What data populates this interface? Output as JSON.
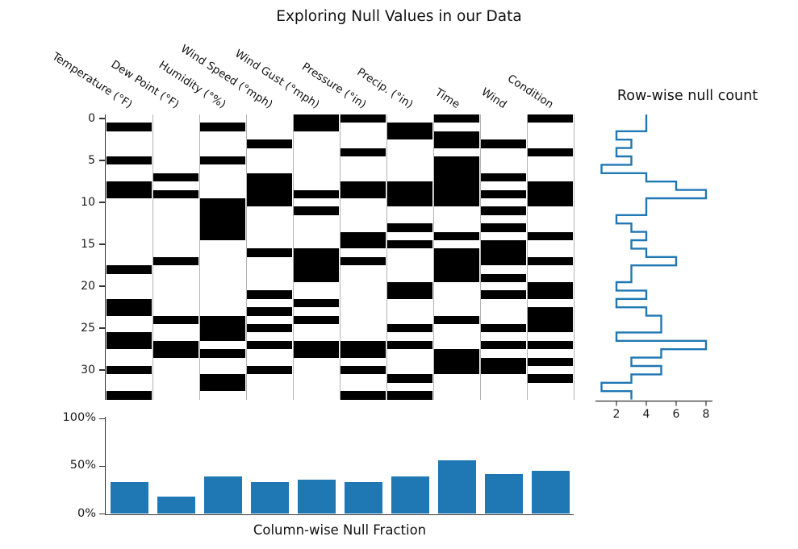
{
  "title": "Exploring Null Values in our Data",
  "colors": {
    "accent": "#1f77b4",
    "cell": "#000000",
    "spine": "#333333",
    "divider": "#b3b3b3",
    "text": "#1a1a1a"
  },
  "chart_data": [
    {
      "type": "heatmap",
      "name": "null-matrix",
      "description": "Black cell = null value present at that row/column",
      "n_rows": 34,
      "row_ticks": [
        0,
        5,
        10,
        15,
        20,
        25,
        30
      ],
      "columns": [
        {
          "label": "Temperature (°F)",
          "null_rows": [
            1,
            5,
            8,
            9,
            18,
            22,
            23,
            26,
            27,
            30,
            33
          ]
        },
        {
          "label": "Dew Point (°F)",
          "null_rows": [
            7,
            9,
            17,
            24,
            27,
            28
          ]
        },
        {
          "label": "Humidity (°%)",
          "null_rows": [
            1,
            5,
            10,
            11,
            12,
            13,
            14,
            24,
            25,
            26,
            28,
            31,
            32
          ]
        },
        {
          "label": "Wind Speed (°mph)",
          "null_rows": [
            3,
            7,
            8,
            9,
            10,
            16,
            21,
            23,
            25,
            27,
            30
          ]
        },
        {
          "label": "Wind Gust (°mph)",
          "null_rows": [
            0,
            1,
            9,
            11,
            16,
            17,
            18,
            19,
            22,
            24,
            27,
            28
          ]
        },
        {
          "label": "Pressure (°in)",
          "null_rows": [
            0,
            4,
            8,
            9,
            14,
            15,
            17,
            27,
            28,
            30,
            33
          ]
        },
        {
          "label": "Precip. (°in)",
          "null_rows": [
            1,
            2,
            8,
            9,
            10,
            13,
            15,
            20,
            21,
            25,
            27,
            31,
            33
          ]
        },
        {
          "label": "Time",
          "null_rows": [
            0,
            2,
            3,
            5,
            6,
            7,
            8,
            9,
            10,
            14,
            16,
            17,
            18,
            19,
            24,
            28,
            29,
            30
          ]
        },
        {
          "label": "Wind",
          "null_rows": [
            3,
            7,
            9,
            11,
            13,
            15,
            16,
            17,
            19,
            21,
            25,
            27,
            29,
            30
          ]
        },
        {
          "label": "Condition",
          "null_rows": [
            0,
            4,
            8,
            9,
            10,
            14,
            17,
            20,
            21,
            23,
            24,
            25,
            27,
            29,
            31
          ]
        }
      ]
    },
    {
      "type": "line",
      "subtype": "step",
      "title": "Row-wise null count",
      "orientation": "horizontal",
      "x_ticks": [
        2,
        4,
        6,
        8
      ],
      "xlim": [
        0,
        8.5
      ],
      "values_by_row": [
        4,
        4,
        2,
        3,
        2,
        3,
        1,
        4,
        6,
        8,
        4,
        4,
        2,
        3,
        4,
        3,
        4,
        6,
        3,
        3,
        2,
        4,
        2,
        4,
        5,
        5,
        2,
        8,
        5,
        3,
        5,
        3,
        1,
        3
      ]
    },
    {
      "type": "bar",
      "title": "Column-wise Null Fraction",
      "y_tick_labels": [
        "100%",
        "50%",
        "0%"
      ],
      "ylim_percent": [
        0,
        100
      ],
      "categories": [
        "Temperature (°F)",
        "Dew Point (°F)",
        "Humidity (°%)",
        "Wind Speed (°mph)",
        "Wind Gust (°mph)",
        "Pressure (°in)",
        "Precip. (°in)",
        "Time",
        "Wind",
        "Condition"
      ],
      "values_percent": [
        33,
        18,
        39,
        33,
        36,
        33,
        39,
        56,
        42,
        45
      ]
    }
  ]
}
